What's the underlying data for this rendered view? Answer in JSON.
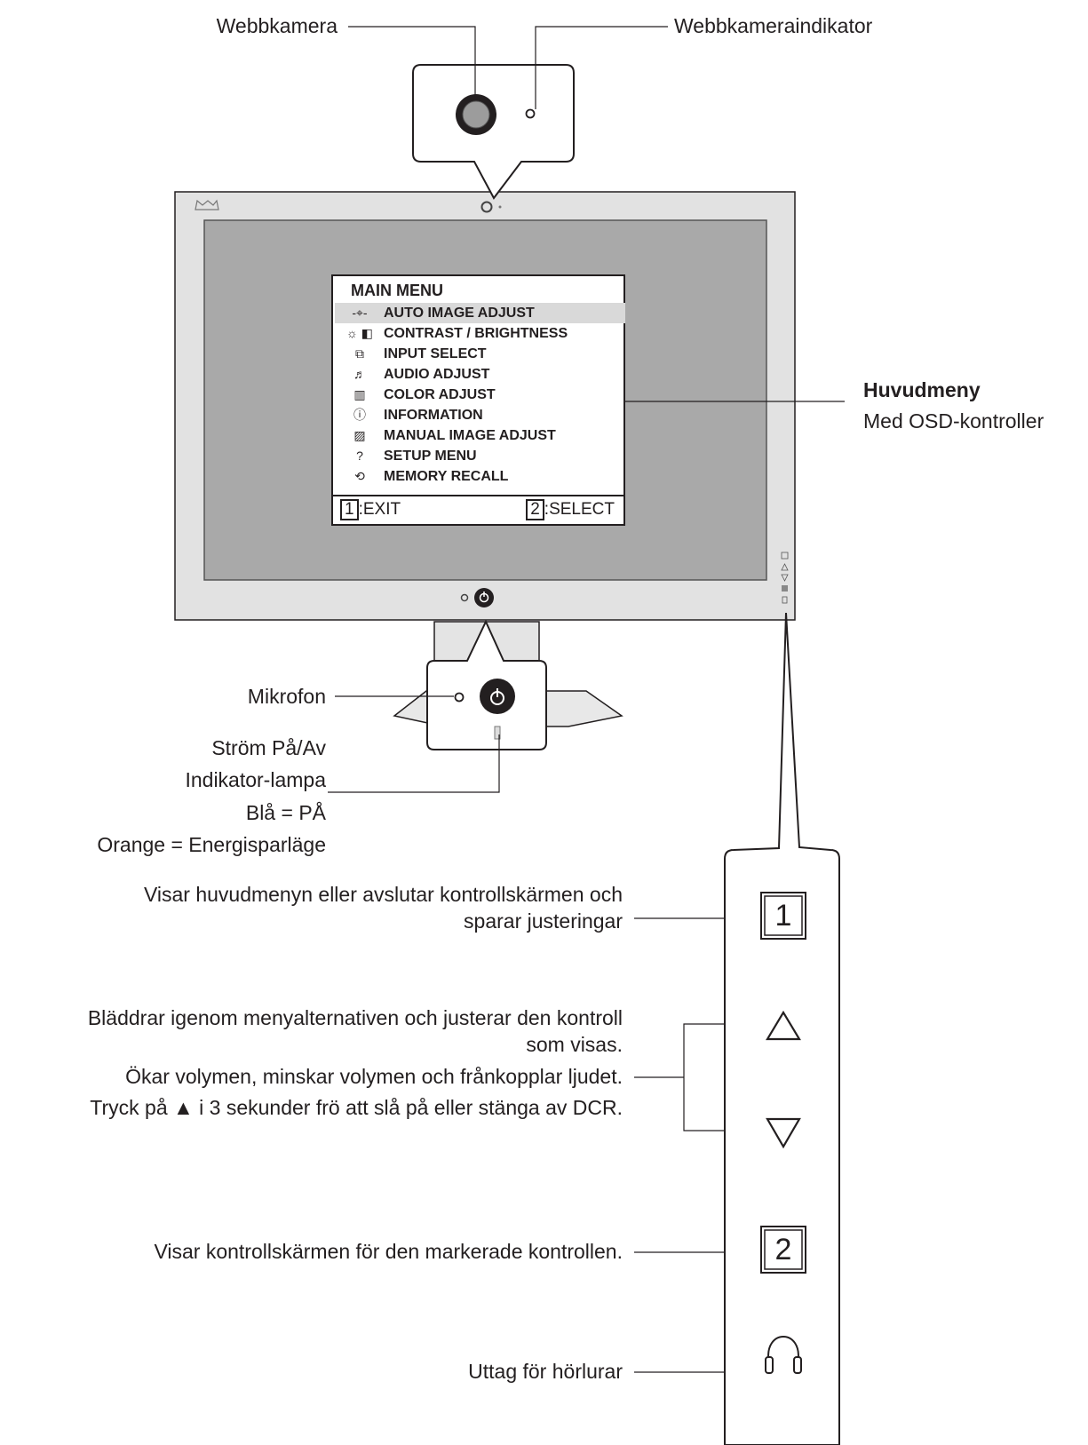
{
  "callouts": {
    "webcam": "Webbkamera",
    "webcam_indicator": "Webbkameraindikator",
    "main_menu_title": "Huvudmeny",
    "main_menu_desc": "Med OSD-kontroller",
    "microphone": "Mikrofon",
    "power_1": "Ström På/Av",
    "power_2": "Indikator-lampa",
    "power_3": "Blå = PÅ",
    "power_4": "Orange = Energisparläge",
    "btn1_line1": "Visar huvudmenyn eller avslutar kontrollskärmen och",
    "btn1_line2": "sparar justeringar",
    "arrows_line1": "Bläddrar igenom menyalternativen och justerar den kontroll",
    "arrows_line2": "som visas.",
    "arrows_line3": "Ökar volymen, minskar volymen och frånkopplar ljudet.",
    "arrows_line4": "Tryck på ▲ i 3 sekunder frö att slå på eller stänga av DCR.",
    "btn2": "Visar kontrollskärmen för den markerade kontrollen.",
    "headphones": "Uttag för hörlurar"
  },
  "osd": {
    "title": "MAIN MENU",
    "items": [
      {
        "icon": "auto-adjust-icon",
        "glyph": "-⌖-",
        "label": "AUTO IMAGE ADJUST",
        "highlighted": true
      },
      {
        "icon": "contrast-brightness-icon",
        "glyph": "☼ ◧",
        "label": "CONTRAST / BRIGHTNESS",
        "highlighted": false
      },
      {
        "icon": "input-select-icon",
        "glyph": "⧉",
        "label": "INPUT SELECT",
        "highlighted": false
      },
      {
        "icon": "audio-icon",
        "glyph": "♬",
        "label": "AUDIO ADJUST",
        "highlighted": false
      },
      {
        "icon": "color-icon",
        "glyph": "▥",
        "label": "COLOR ADJUST",
        "highlighted": false
      },
      {
        "icon": "information-icon",
        "glyph": "ⓘ",
        "label": "INFORMATION",
        "highlighted": false
      },
      {
        "icon": "manual-adjust-icon",
        "glyph": "▨",
        "label": "MANUAL IMAGE ADJUST",
        "highlighted": false
      },
      {
        "icon": "setup-icon",
        "glyph": "?",
        "label": "SETUP MENU",
        "highlighted": false
      },
      {
        "icon": "memory-recall-icon",
        "glyph": "⟲",
        "label": "MEMORY RECALL",
        "highlighted": false
      }
    ],
    "exit_key": "1",
    "exit_label": ":EXIT",
    "select_key": "2",
    "select_label": ":SELECT"
  },
  "keys": {
    "key1": "1",
    "key2": "2"
  },
  "power_symbol": "⏻"
}
